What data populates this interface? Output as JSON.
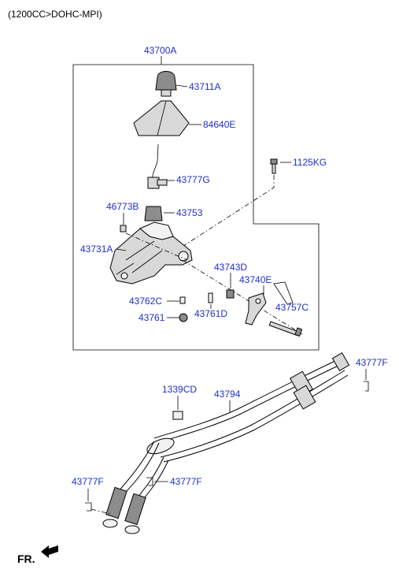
{
  "header": "(1200CC>DOHC-MPI)",
  "front_marker": "FR.",
  "labels": {
    "assembly": "43700A",
    "knob": "43711A",
    "boot": "84640E",
    "lever": "43777G",
    "bolt_upper": "1125KG",
    "bushing_left": "46773B",
    "bushing": "43753",
    "housing": "43731A",
    "pin_d": "43743D",
    "plate": "43740E",
    "bolt_c": "43757C",
    "clip_c": "43762C",
    "pin_761d": "43761D",
    "nut": "43761",
    "clip_right": "43777F",
    "grommet": "1339CD",
    "cable": "43794",
    "clip_left": "43777F",
    "clip_mid": "43777F"
  }
}
